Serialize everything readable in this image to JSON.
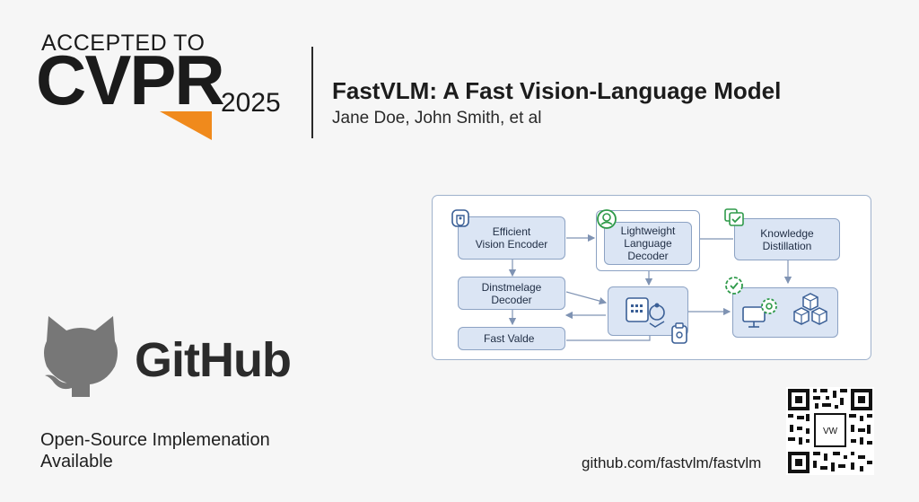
{
  "header": {
    "badge_top": "ACCEPTED TO",
    "badge_main": "CVPR",
    "badge_year": "2025",
    "title": "FastVLM: A Fast Vision-Language Model",
    "authors": "Jane Doe, John Smith, et al",
    "accent_color": "#f08a1c"
  },
  "diagram": {
    "nodes": {
      "efficient_encoder": {
        "line1": "Efficient",
        "line2": "Vision Encoder"
      },
      "lightweight_decoder": {
        "line1": "Lightweight",
        "line2": "Language",
        "line3": "Decoder"
      },
      "knowledge_distillation": {
        "line1": "Knowledge",
        "line2": "Distillation"
      },
      "distmelage_decoder": {
        "line1": "Dinstmelage",
        "line2": "Decoder"
      },
      "fast_value": {
        "label": "Fast Valde"
      }
    },
    "icons": [
      "encoder-icon",
      "language-icon",
      "distillation-icon",
      "processing-icon",
      "monitor-gear-icon",
      "cubes-icon",
      "check-icon",
      "storage-icon"
    ],
    "colors": {
      "node_fill": "#dbe5f4",
      "node_border": "#8ca2c3",
      "arrow": "#7f93b3",
      "icon_green": "#2f9a4a",
      "icon_blue": "#3a5f96"
    }
  },
  "github": {
    "wordmark": "GitHub",
    "caption_line1": "Open-Source Implemenation",
    "caption_line2": "Available",
    "repo_url": "github.com/fastvlm/fastvlm",
    "qr_center_text": "VW"
  }
}
